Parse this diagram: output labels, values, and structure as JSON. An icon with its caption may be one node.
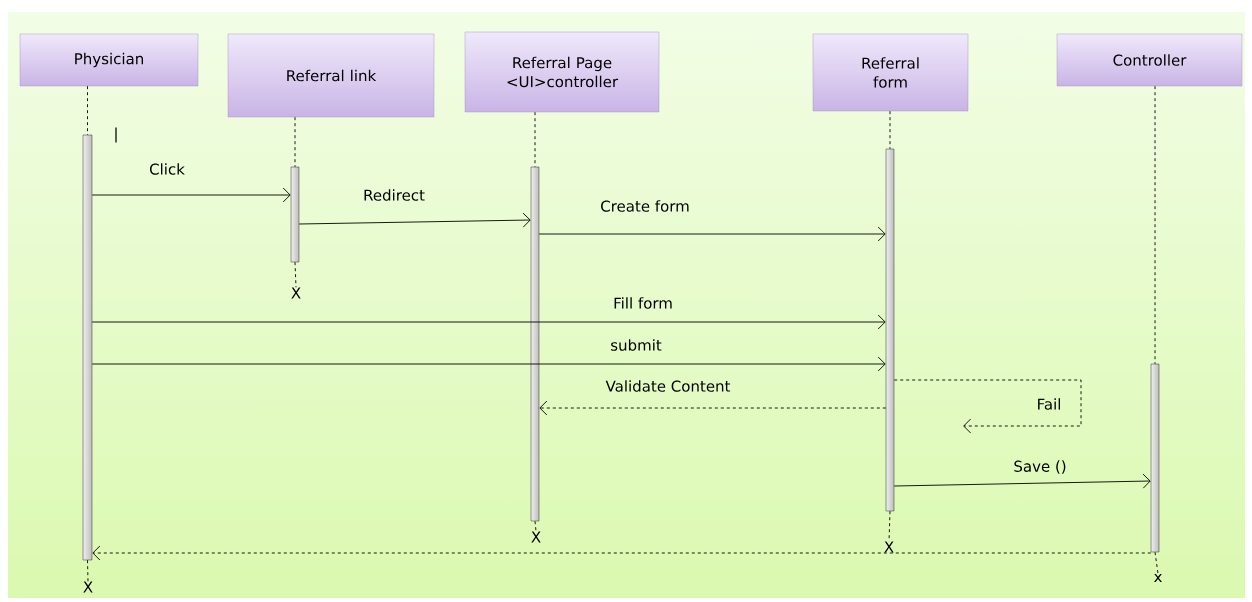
{
  "diagram": {
    "nodes": [
      {
        "text": [
          "Physician"
        ]
      },
      {
        "text": [
          "Referral link"
        ]
      },
      {
        "text": [
          "Referral Page <UI>controller"
        ]
      },
      {
        "text": [
          "Referral form"
        ]
      },
      {
        "text": [
          "Controller"
        ]
      },
      {
        "text": [],
        "shape": "bar"
      },
      {
        "text": [],
        "shape": "bar"
      },
      {
        "text": [],
        "shape": "bar"
      },
      {
        "text": [],
        "shape": "bar"
      },
      {
        "text": [],
        "shape": "bar"
      },
      {
        "text": [
          "X"
        ]
      },
      {
        "text": [
          "X"
        ]
      },
      {
        "text": [
          "X"
        ]
      },
      {
        "text": [
          "x"
        ]
      },
      {
        "text": [
          "X"
        ]
      }
    ],
    "edges": [
      {
        "from": 0,
        "to": 5,
        "arrow": "none",
        "style": "dashed"
      },
      {
        "from": 1,
        "to": 6,
        "arrow": "none",
        "style": "dashed"
      },
      {
        "from": 2,
        "to": 7,
        "arrow": "none",
        "style": "dashed"
      },
      {
        "from": 3,
        "to": 8,
        "arrow": "none",
        "style": "dashed"
      },
      {
        "from": 4,
        "to": 9,
        "arrow": "none",
        "style": "dashed"
      },
      {
        "from": 5,
        "to": 6,
        "arrow": "to",
        "label": "Click"
      },
      {
        "from": 6,
        "to": 7,
        "arrow": "to",
        "label": "Redirect"
      },
      {
        "from": 7,
        "to": 8,
        "arrow": "to",
        "label": "Create form"
      },
      {
        "from": 5,
        "to": 8,
        "arrow": "to",
        "label": "Fill form"
      },
      {
        "from": 5,
        "to": 8,
        "arrow": "to",
        "label": "submit"
      },
      {
        "from": 8,
        "to": 7,
        "arrow": "to",
        "label": "Validate Content",
        "style": "dashed"
      },
      {
        "from": 8,
        "to": null,
        "arrow": "to",
        "label": "Fail",
        "style": "dashed"
      },
      {
        "from": 8,
        "to": 9,
        "arrow": "to",
        "label": "Save ()"
      },
      {
        "from": 9,
        "to": 5,
        "arrow": "to",
        "style": "dashed"
      },
      {
        "from": 6,
        "to": 10,
        "arrow": "none",
        "style": "dashed"
      },
      {
        "from": 7,
        "to": 11,
        "arrow": "none",
        "style": "dashed"
      },
      {
        "from": 8,
        "to": 12,
        "arrow": "none",
        "style": "dashed"
      },
      {
        "from": 9,
        "to": 13,
        "arrow": "none",
        "style": "dashed"
      },
      {
        "from": 5,
        "to": 14,
        "arrow": "none",
        "style": "dashed"
      }
    ],
    "labels": [
      "|"
    ]
  }
}
